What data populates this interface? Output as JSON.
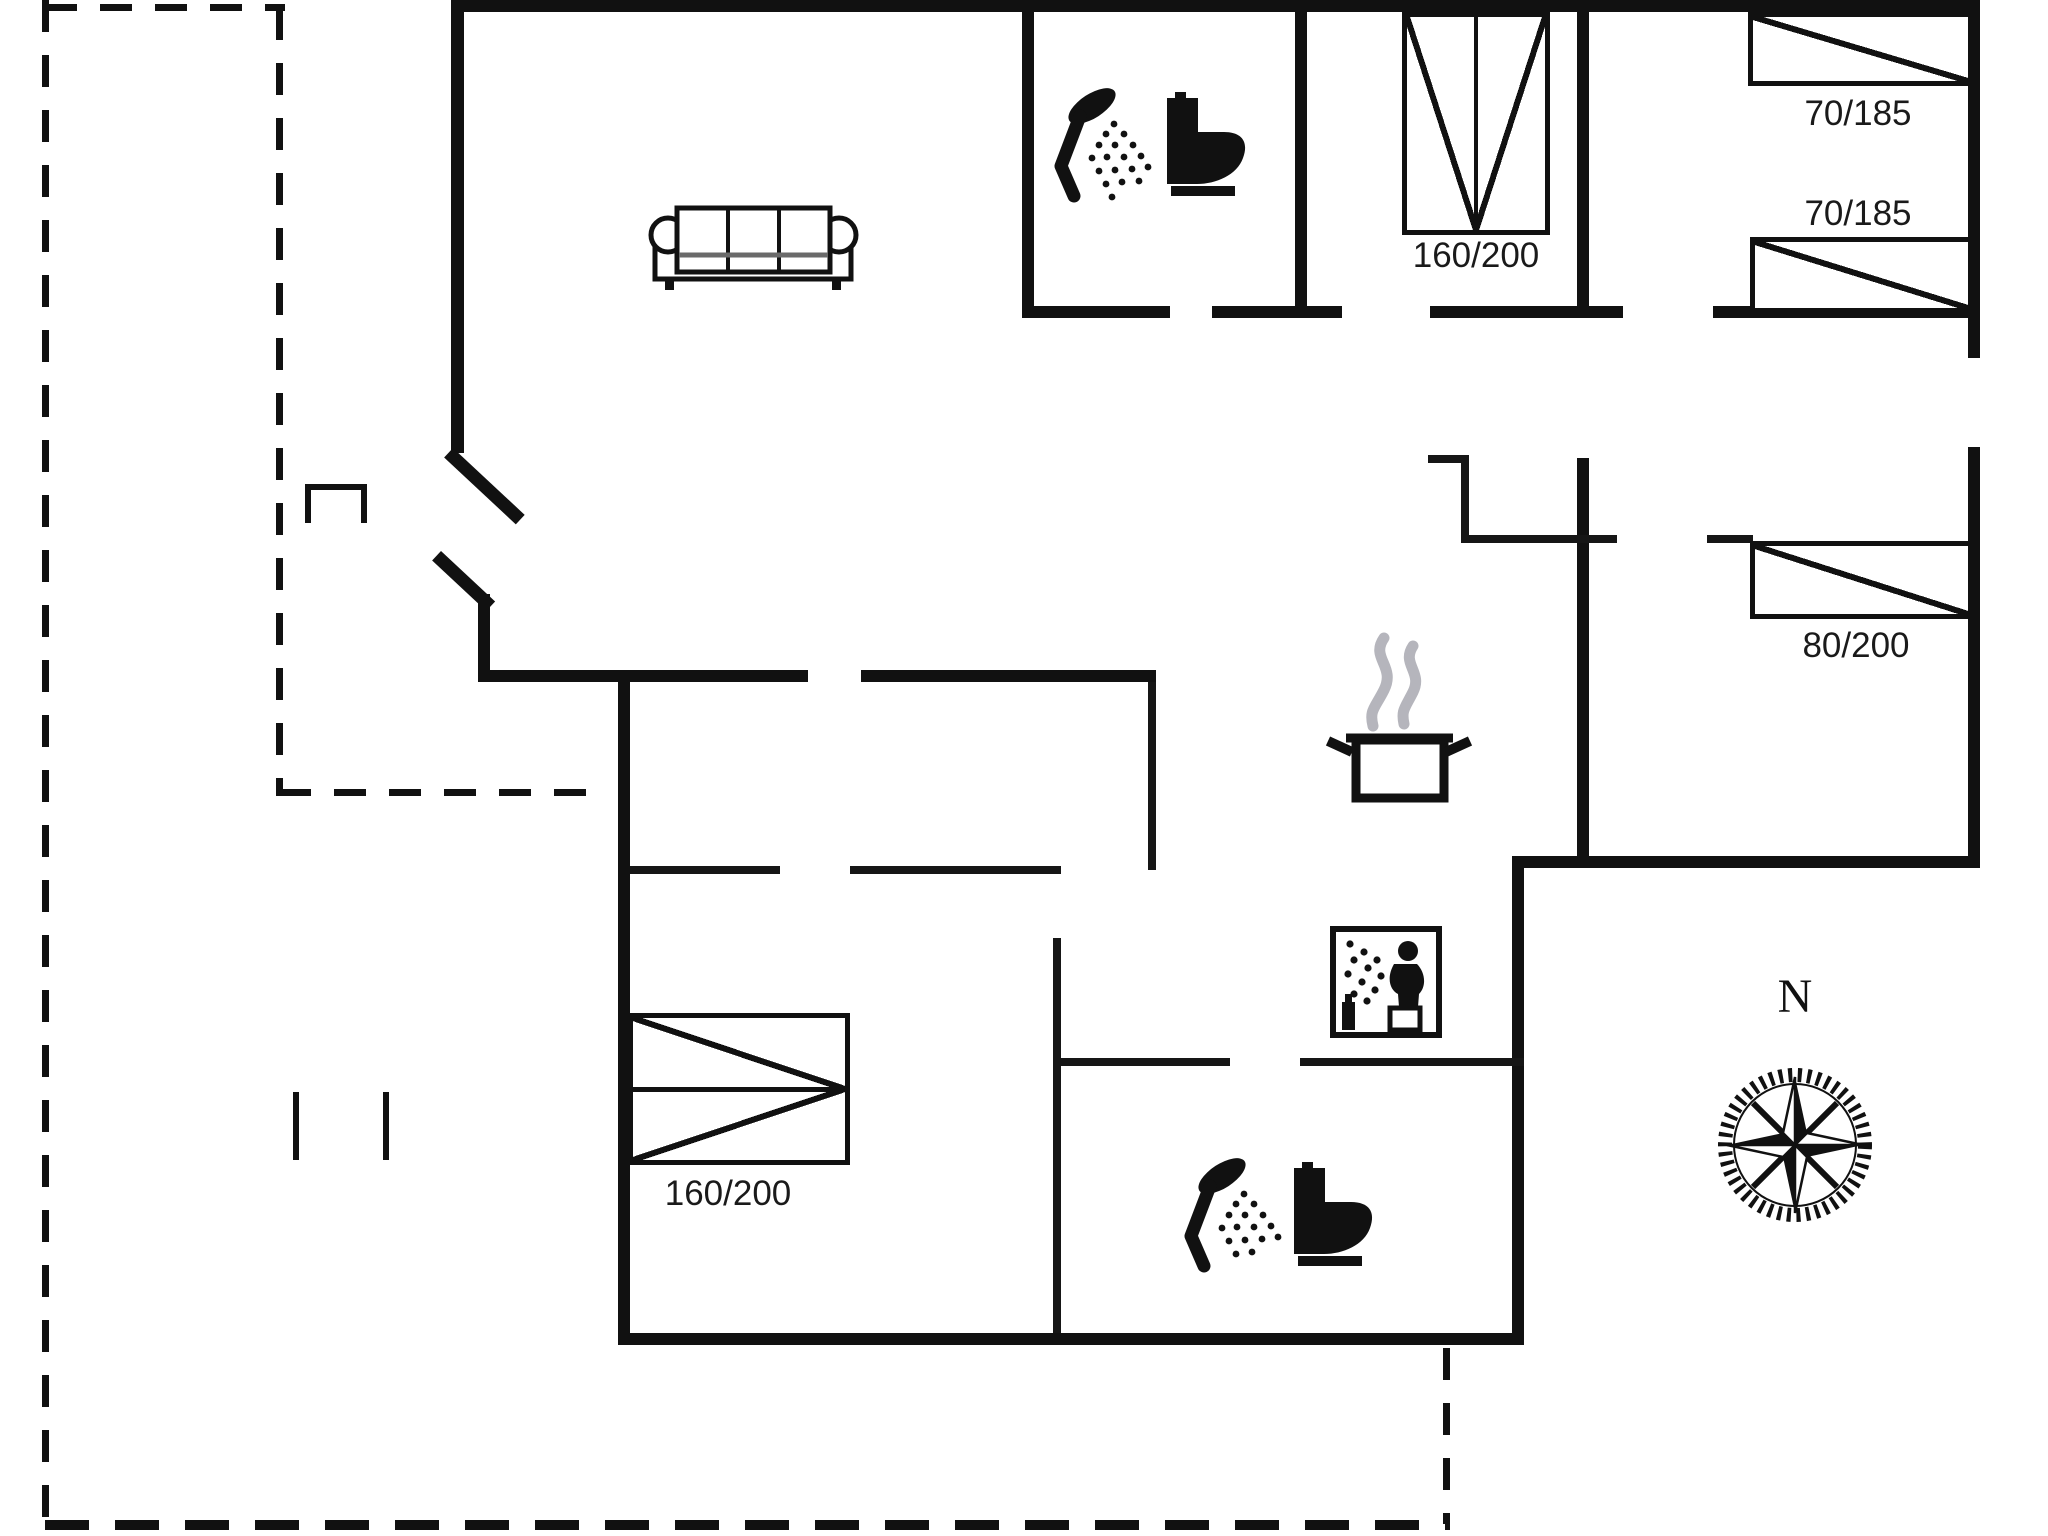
{
  "page": {
    "type": "floor-plan",
    "background": "#ffffff",
    "wall_color": "#111111",
    "steam_color": "#b5b5bc",
    "text_color": "#1a1a1a"
  },
  "beds": {
    "top_right_upper": {
      "label": "70/185"
    },
    "top_right_lower": {
      "label": "70/185"
    },
    "middle_right": {
      "label": "80/200"
    },
    "top_middle_double": {
      "label": "160/200"
    },
    "bottom_left_double": {
      "label": "160/200"
    }
  },
  "compass": {
    "north_label": "N"
  },
  "icons": {
    "top_bathroom": [
      "shower-icon",
      "toilet-icon"
    ],
    "bottom_bathroom": [
      "shower-icon",
      "toilet-icon"
    ],
    "kitchen": [
      "cooking-pot-icon"
    ],
    "utility": [
      "washing-machine-icon"
    ],
    "living_room": [
      "sofa-icon"
    ],
    "outside": [
      "compass-rose-icon"
    ]
  }
}
